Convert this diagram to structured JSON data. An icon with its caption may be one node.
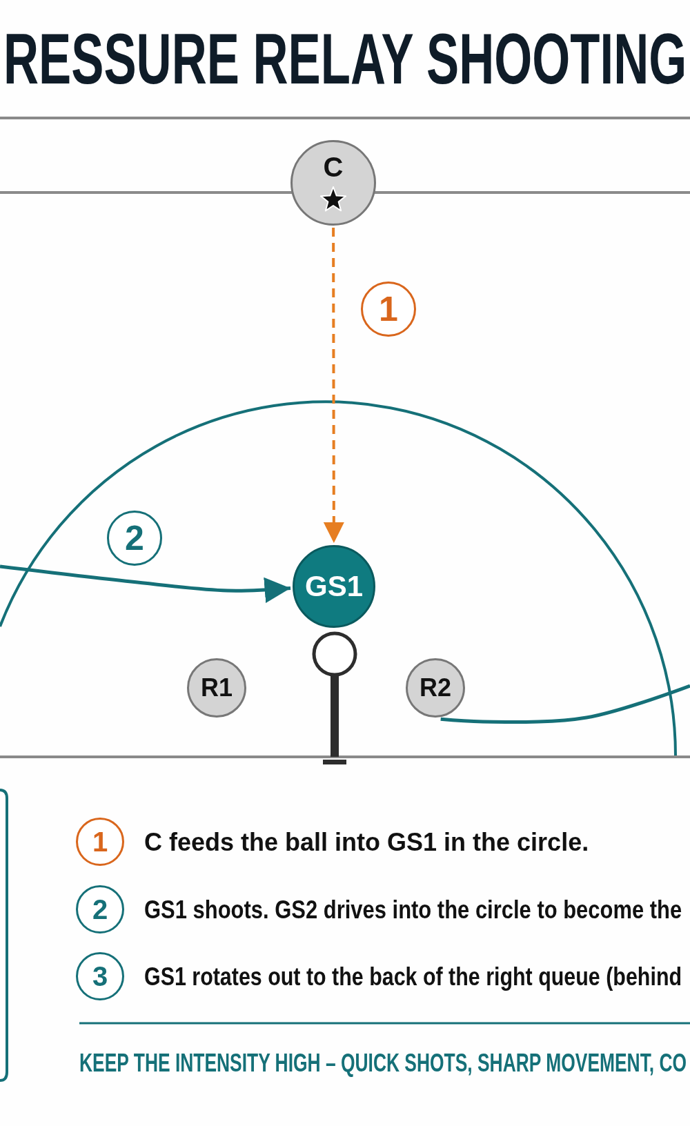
{
  "diagram": {
    "title": "RESSURE RELAY SHOOTING",
    "nodes": [
      {
        "text": [
          "C"
        ]
      },
      {
        "text": [
          "1"
        ]
      },
      {
        "text": [
          "2"
        ]
      },
      {
        "text": [
          "GS1"
        ]
      },
      {
        "text": [
          "R1"
        ]
      },
      {
        "text": [
          "R2"
        ]
      },
      {
        "text": [
          "1"
        ],
        "beside": [
          "C feeds the ball into GS1 in the circle."
        ]
      },
      {
        "text": [
          "2"
        ],
        "beside": [
          "GS1 shoots. GS2 drives into the circle to become the"
        ]
      },
      {
        "text": [
          "3"
        ],
        "beside": [
          "GS1 rotates out to the back of the right queue (behind"
        ]
      }
    ],
    "edges": [
      {
        "from": 0,
        "to": 3,
        "arrow": "to",
        "style": "dashed",
        "color": "#e67e22"
      },
      {
        "from": null,
        "to": 3,
        "arrow": "to"
      },
      {
        "from": 5,
        "to": null,
        "arrow": "none"
      }
    ],
    "labels": [
      "KEEP THE INTENSITY HIGH – QUICK SHOTS, SHARP MOVEMENT, CO"
    ]
  }
}
